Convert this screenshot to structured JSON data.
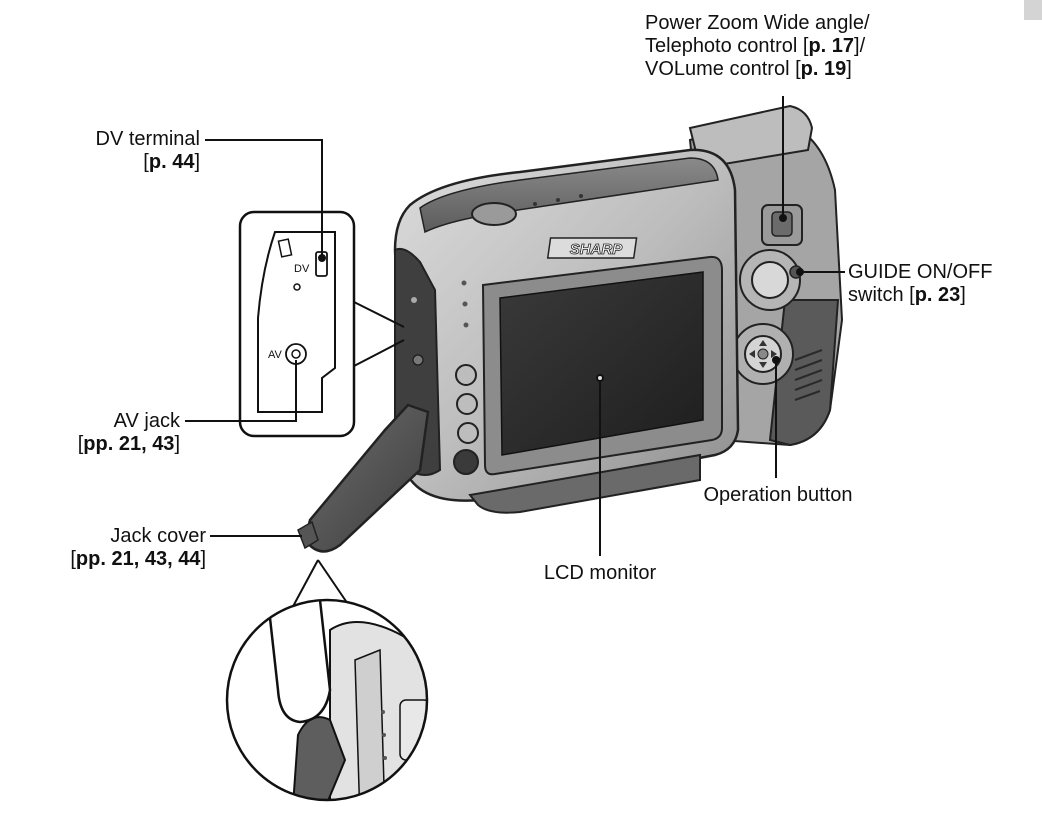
{
  "labels": {
    "power_zoom": {
      "line1": "Power Zoom Wide angle/",
      "line2_pre": "Telephoto control [",
      "line2_ref": "p. 17",
      "line2_post": "]/",
      "line3_pre": "VOLume control [",
      "line3_ref": "p. 19",
      "line3_post": "]"
    },
    "dv_terminal": {
      "line1": "DV terminal",
      "ref_pre": "[",
      "ref": "p. 44",
      "ref_post": "]"
    },
    "guide_switch": {
      "line1": "GUIDE ON/OFF",
      "line2_pre": "switch [",
      "line2_ref": "p. 23",
      "line2_post": "]"
    },
    "av_jack": {
      "line1": "AV jack",
      "ref_pre": "[",
      "ref": "pp. 21, 43",
      "ref_post": "]"
    },
    "operation_button": {
      "text": "Operation button"
    },
    "jack_cover": {
      "line1": "Jack cover",
      "ref_pre": "[",
      "ref": "pp. 21, 43, 44",
      "ref_post": "]"
    },
    "lcd_monitor": {
      "text": "LCD monitor"
    }
  },
  "panel_marks": {
    "dv": "DV",
    "av": "AV"
  },
  "brand": {
    "logo": "SHARP"
  },
  "colors": {
    "ink": "#111111",
    "body_light": "#c9c9c9",
    "body_mid": "#9a9a9a",
    "body_dark": "#4a4a4a",
    "screen": "#2c2c2c"
  }
}
